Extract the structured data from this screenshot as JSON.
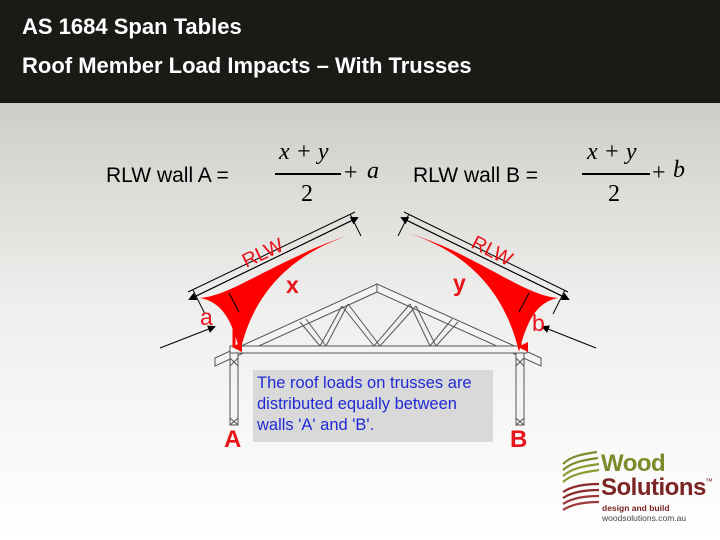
{
  "title": {
    "line1": "AS 1684 Span Tables",
    "line2": "Roof Member Load Impacts – With Trusses"
  },
  "equation_a": {
    "label": "RLW wall A =",
    "numerator": "x + y",
    "denominator": "2",
    "plus": "+",
    "addend": "a"
  },
  "equation_b": {
    "label": "RLW wall B =",
    "numerator": "x + y",
    "denominator": "2",
    "plus": "+",
    "addend": "b"
  },
  "diagram": {
    "rlw_left": "RLW",
    "rlw_right": "RLW",
    "x_label": "x",
    "y_label": "y",
    "a_label": "a",
    "b_label": "b",
    "wall_a": "A",
    "wall_b": "B",
    "load_color": "#ff0000",
    "label_color": "#e8141b"
  },
  "note": "The roof loads on trusses are distributed equally between walls 'A' and 'B'.",
  "logo": {
    "word1": "Wood",
    "word2": "Solutions",
    "trademark": "™",
    "tagline": "design and build",
    "site": "woodsolutions.com.au"
  }
}
